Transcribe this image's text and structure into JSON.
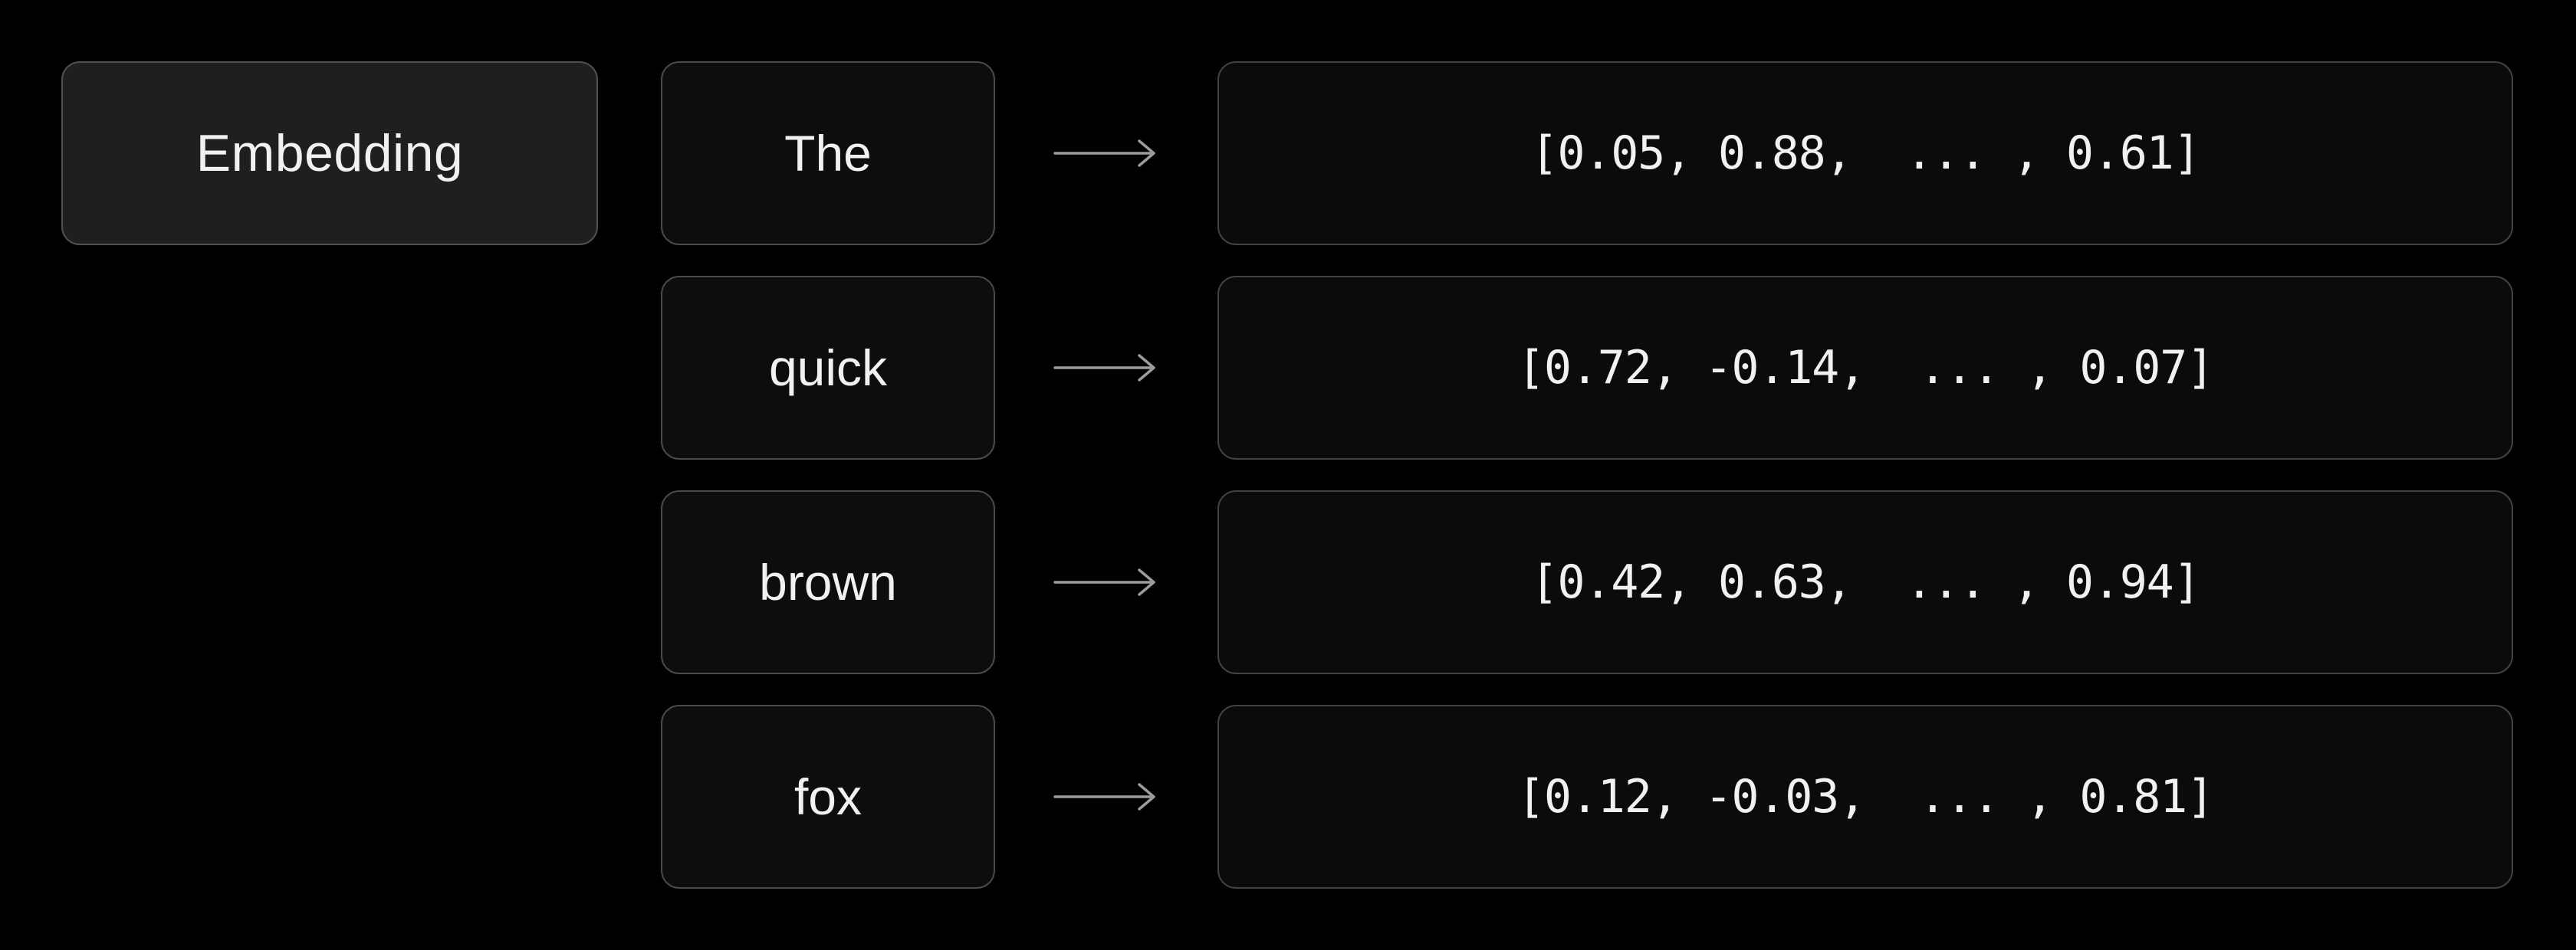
{
  "diagram": {
    "title": "Embedding",
    "rows": [
      {
        "token": "The",
        "vector": "[0.05, 0.88,  ... , 0.61]"
      },
      {
        "token": "quick",
        "vector": "[0.72, -0.14,  ... , 0.07]"
      },
      {
        "token": "brown",
        "vector": "[0.42, 0.63,  ... , 0.94]"
      },
      {
        "token": "fox",
        "vector": "[0.12, -0.03,  ... , 0.81]"
      }
    ],
    "colors": {
      "background": "#000000",
      "embedding_box_fill": "#1f1f1f",
      "embedding_box_border": "#515151",
      "token_box_fill": "#0d0d0d",
      "token_box_border": "#4a4a4a",
      "vector_box_fill": "#0b0b0b",
      "vector_box_border": "#424242",
      "text": "#f1f1f1",
      "arrow": "#9c9c9c"
    }
  }
}
